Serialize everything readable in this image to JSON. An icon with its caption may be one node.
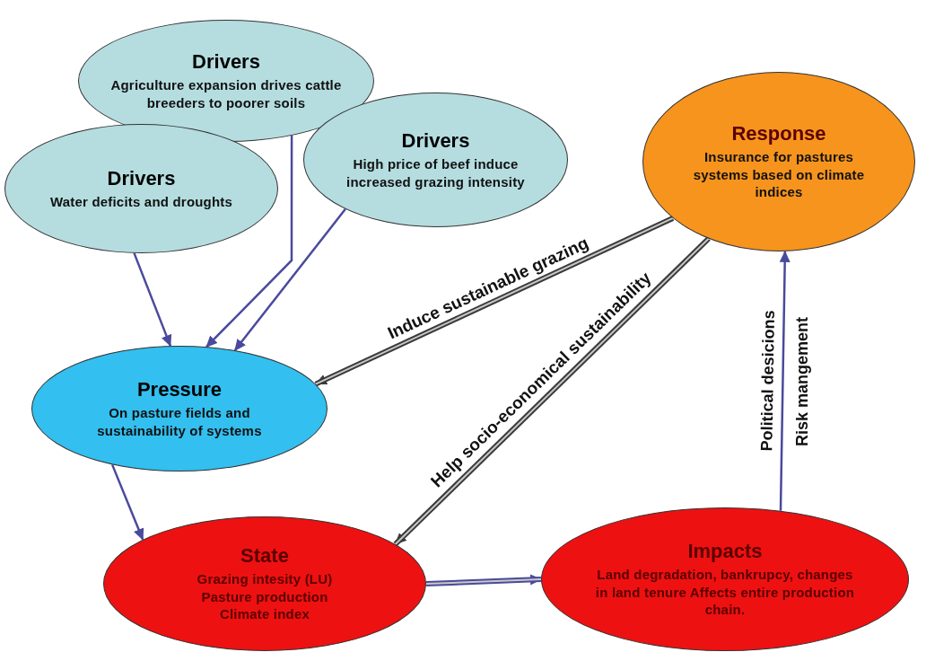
{
  "diagram": {
    "nodes": [
      {
        "text": [
          "Drivers",
          "Agriculture expansion drives cattle breeders to poorer soils"
        ]
      },
      {
        "text": [
          "Drivers",
          "High price of beef induce increased grazing intensity"
        ]
      },
      {
        "text": [
          "Drivers",
          "Water deficits and droughts"
        ]
      },
      {
        "text": [
          "Response",
          "Insurance for pastures systems based on climate indices"
        ]
      },
      {
        "text": [
          "Pressure",
          "On pasture fields and sustainability of systems"
        ]
      },
      {
        "text": [
          "State",
          "Grazing intesity (LU) Pasture production Climate index"
        ]
      },
      {
        "text": [
          "Impacts",
          "Land degradation, bankrupcy, changes in land tenure Affects entire production chain."
        ]
      }
    ],
    "edges": [
      {
        "from": 0,
        "to": 4,
        "arrow": "to"
      },
      {
        "from": 1,
        "to": 4,
        "arrow": "to"
      },
      {
        "from": 2,
        "to": 4,
        "arrow": "to"
      },
      {
        "from": 3,
        "to": 4,
        "arrow": "to",
        "label": "Induce sustainable grazing",
        "style": "thick",
        "color": "#3a3a3a"
      },
      {
        "from": 3,
        "to": 5,
        "arrow": "to",
        "label": "Help socio-economical sustainability",
        "style": "thick",
        "color": "#3a3a3a"
      },
      {
        "from": 4,
        "to": 5,
        "arrow": "to"
      },
      {
        "from": 5,
        "to": 6,
        "arrow": "to",
        "style": "thick"
      },
      {
        "from": 6,
        "to": 3,
        "arrow": "to",
        "label": "Political desicions"
      }
    ],
    "labels": [
      "Risk mangement"
    ]
  }
}
